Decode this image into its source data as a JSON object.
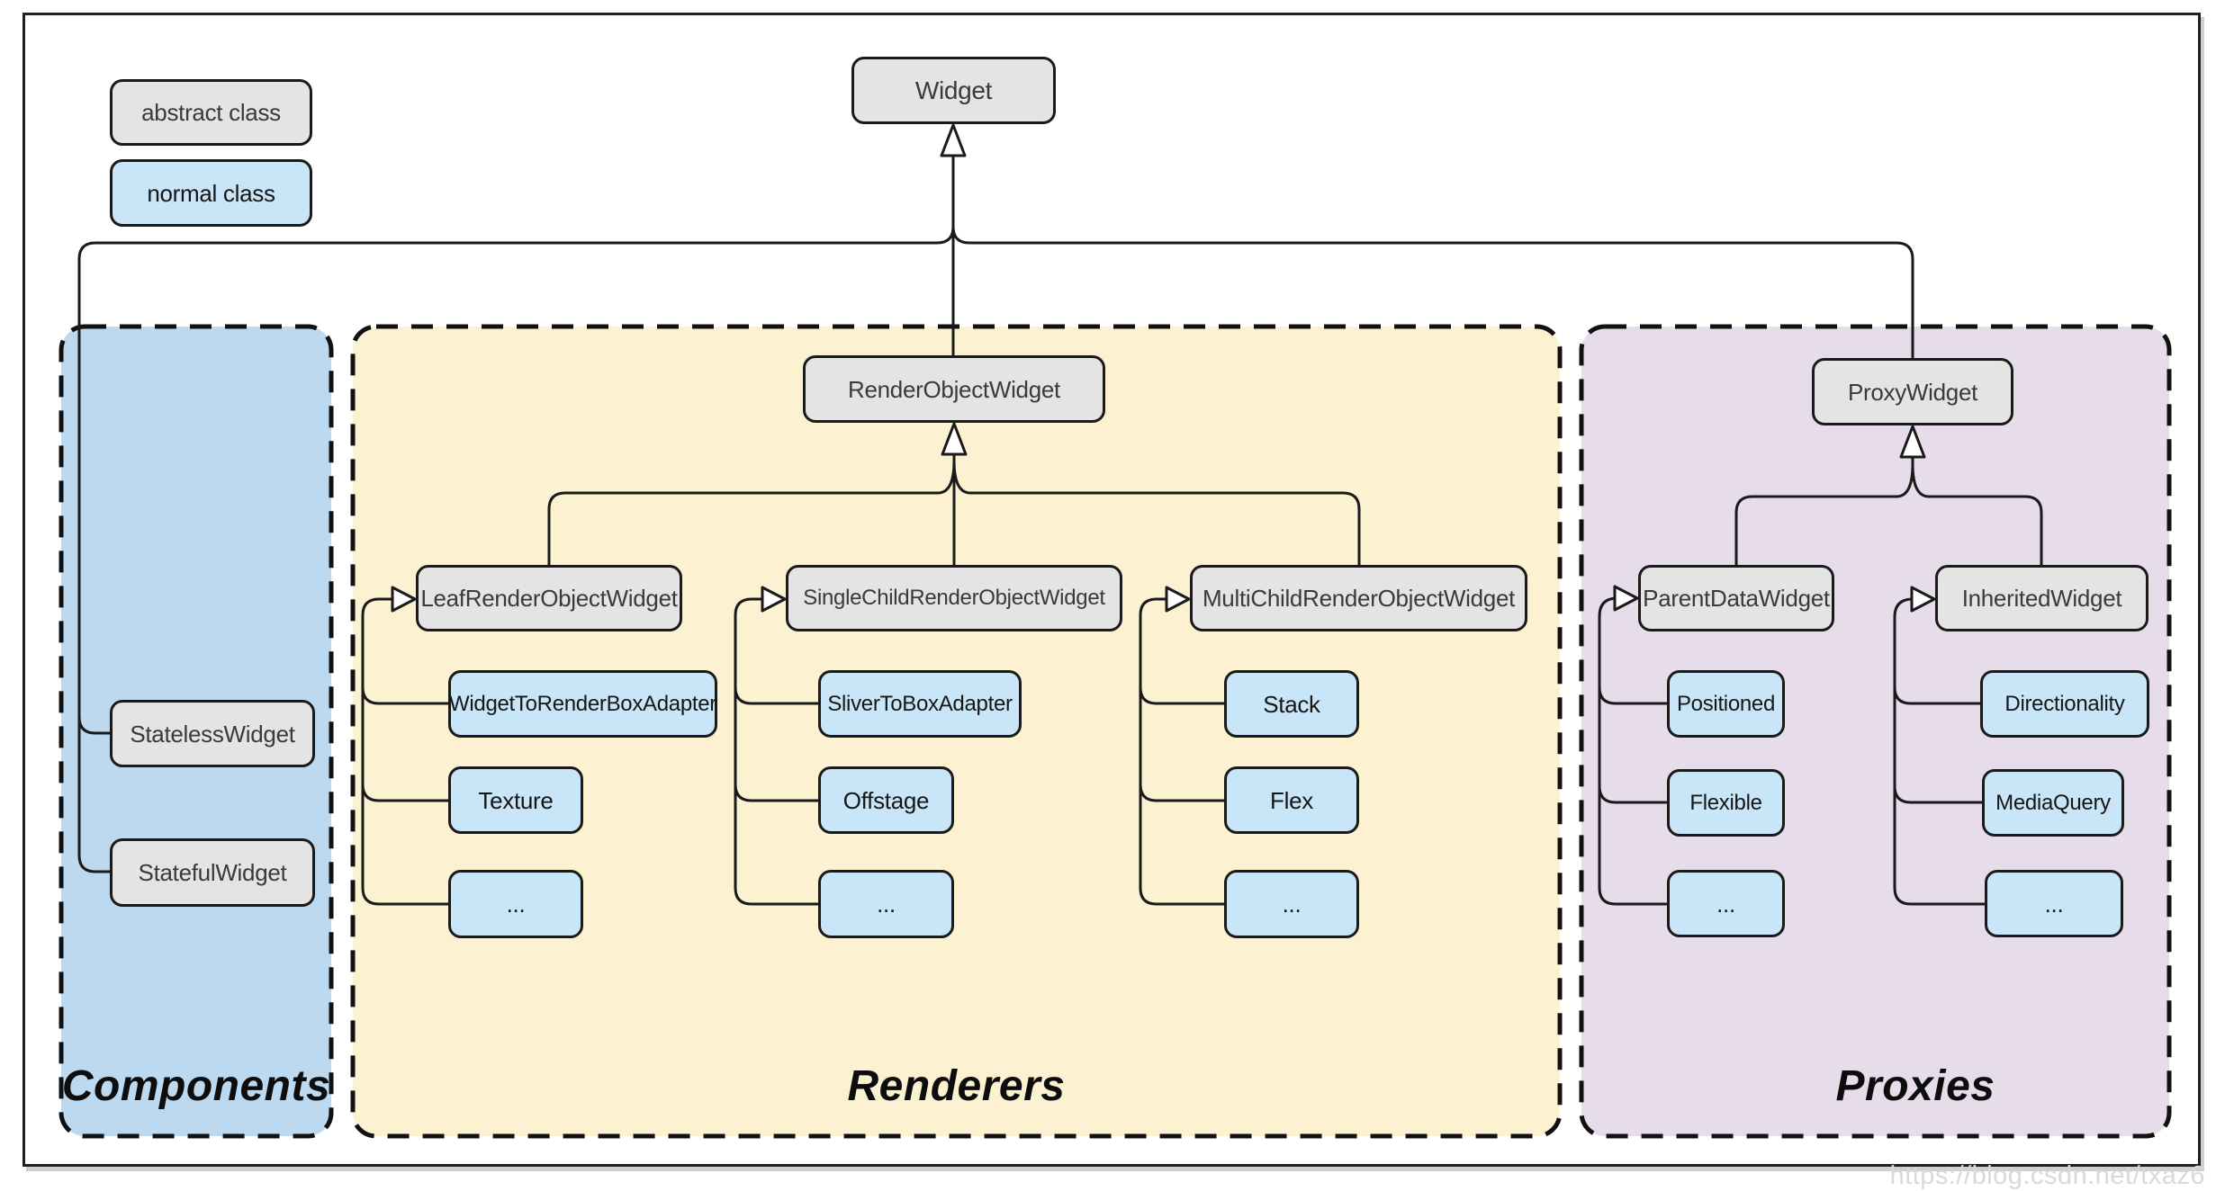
{
  "legend": {
    "abstract_label": "abstract class",
    "normal_label": "normal class"
  },
  "root_label": "Widget",
  "groups": {
    "components_label": "Components",
    "renderers_label": "Renderers",
    "proxies_label": "Proxies"
  },
  "nodes": {
    "stateless": "StatelessWidget",
    "stateful": "StatefulWidget",
    "render_object": "RenderObjectWidget",
    "leaf": "LeafRenderObjectWidget",
    "single": "SingleChildRenderObjectWidget",
    "multi": "MultiChildRenderObjectWidget",
    "widget_to_render_box_adapter": "WidgetToRenderBoxAdapter",
    "texture": "Texture",
    "leaf_more": "...",
    "sliver_to_box_adapter": "SliverToBoxAdapter",
    "offstage": "Offstage",
    "single_more": "...",
    "stack": "Stack",
    "flex": "Flex",
    "multi_more": "...",
    "proxy": "ProxyWidget",
    "parent_data": "ParentDataWidget",
    "inherited": "InheritedWidget",
    "positioned": "Positioned",
    "flexible": "Flexible",
    "parent_data_more": "...",
    "directionality": "Directionality",
    "media_query": "MediaQuery",
    "inherited_more": "..."
  },
  "watermark": {
    "text": "https://blog.csdn.net/txaz6"
  },
  "colors": {
    "abstract_fill": "#e4e4e4",
    "normal_fill": "#c9e6f8",
    "components_bg": "#bcd9f0",
    "renderers_bg": "#fcf2d1",
    "proxies_bg": "#e7dcea",
    "line": "#1a1a1a"
  }
}
